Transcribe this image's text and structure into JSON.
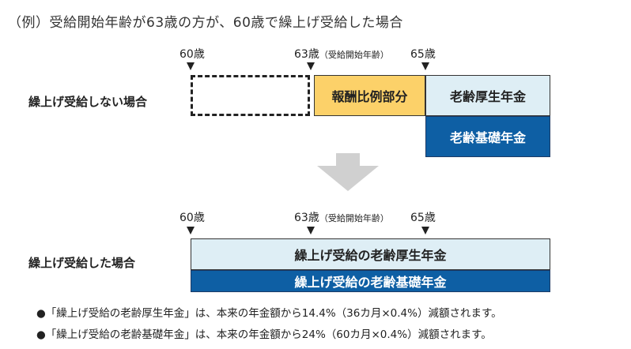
{
  "title": "（例）受給開始年齢が63歳の方が、60歳で繰上げ受給した場合",
  "top": {
    "row_label": "繰上げ受給しない場合",
    "tick_60": "60歳",
    "tick_63": "63歳",
    "tick_63_note": "（受給開始年齢）",
    "tick_65": "65歳",
    "box_remuneration": "報酬比例部分",
    "box_employees_pension": "老齢厚生年金",
    "box_basic_pension": "老齢基礎年金"
  },
  "arrow_icon": "down-arrow-icon",
  "bottom": {
    "row_label": "繰上げ受給した場合",
    "tick_60": "60歳",
    "tick_63": "63歳",
    "tick_63_note": "（受給開始年齢）",
    "tick_65": "65歳",
    "box_early_employees_pension": "繰上げ受給の老齢厚生年金",
    "box_early_basic_pension": "繰上げ受給の老齢基礎年金"
  },
  "notes": [
    "●「繰上げ受給の老齢厚生年金」は、本来の年金額から14.4%（36カ月×0.4%）減額されます。",
    "●「繰上げ受給の老齢基礎年金」は、本来の年金額から24%（60カ月×0.4%）減額されます。"
  ],
  "colors": {
    "yellow": "#fcd169",
    "light_blue": "#deeef5",
    "dark_blue": "#0e5fa4",
    "arrow_gray": "#d0d0d0"
  }
}
